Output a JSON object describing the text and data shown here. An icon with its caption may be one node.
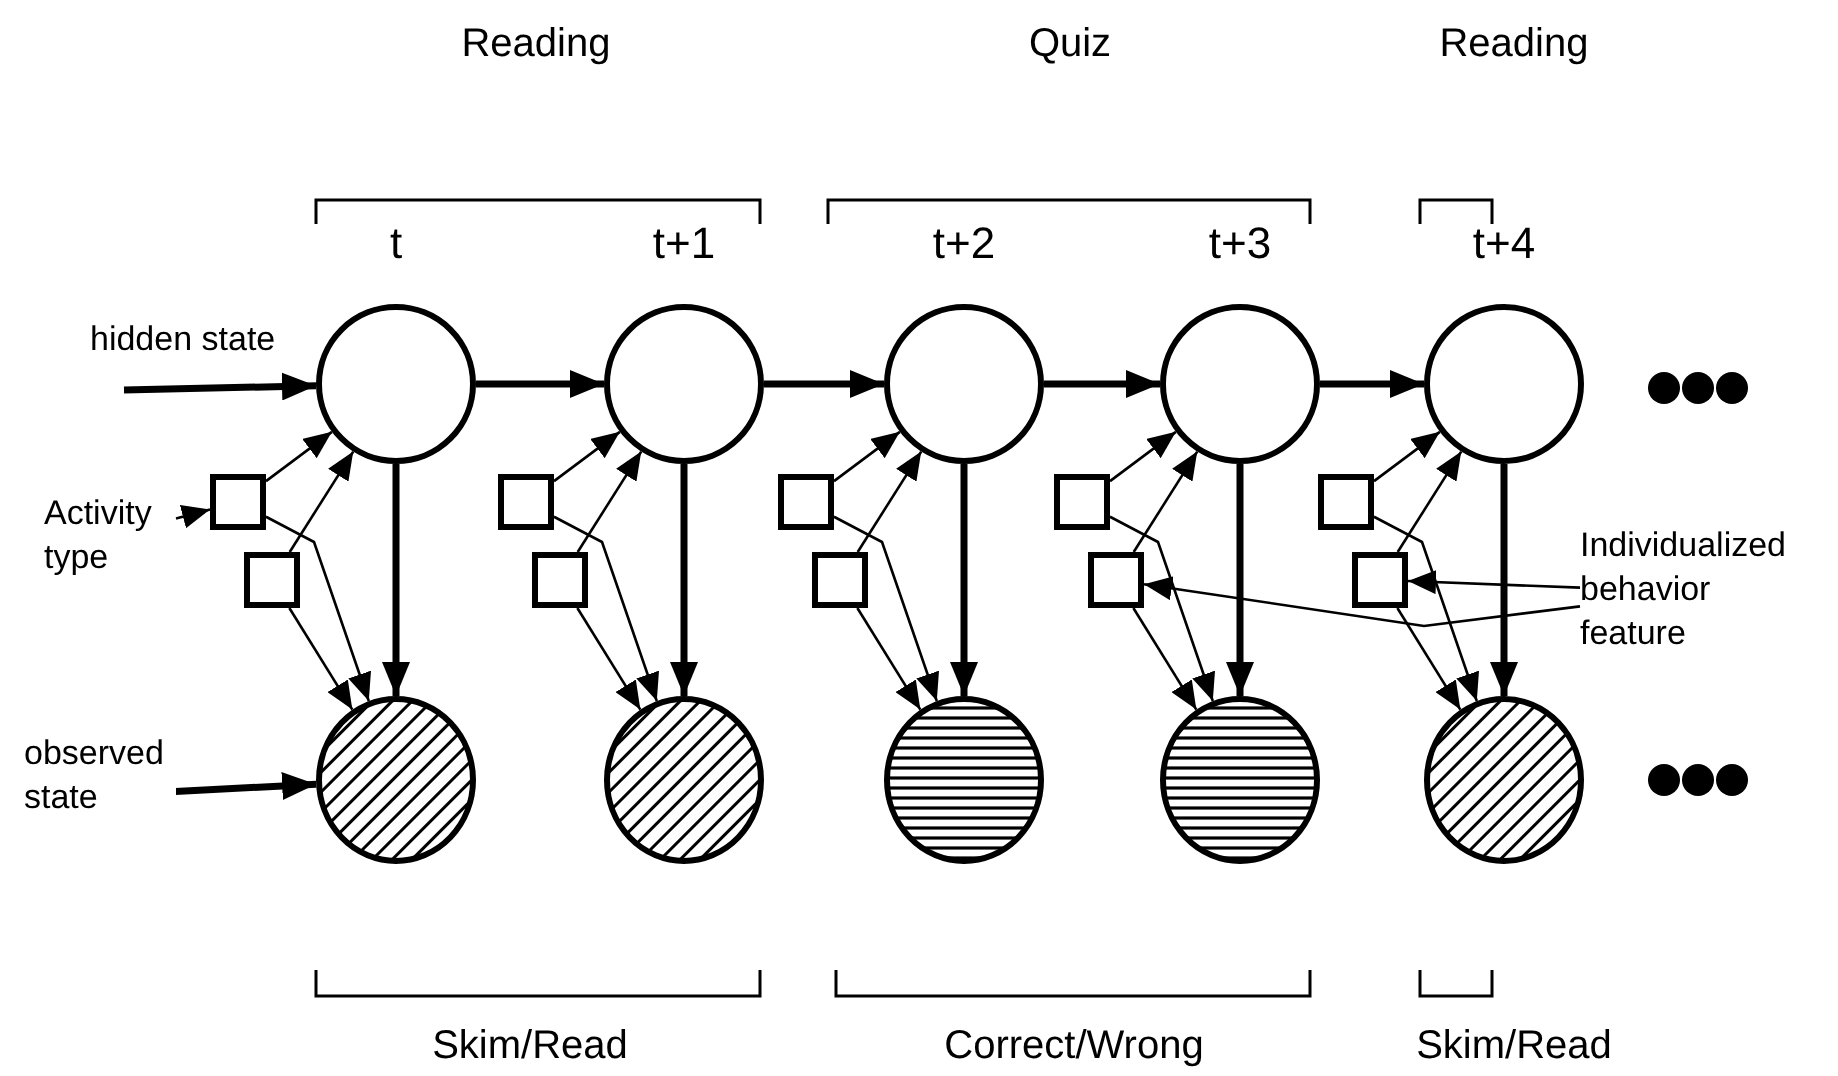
{
  "diagram": {
    "nodes": [
      {
        "text": [],
        "shape": "circle",
        "beside": [
          "t"
        ]
      },
      {
        "text": [],
        "shape": "box"
      },
      {
        "text": [],
        "shape": "box"
      },
      {
        "text": [],
        "shape": "circle"
      },
      {
        "text": [],
        "shape": "circle",
        "beside": [
          "t+1"
        ]
      },
      {
        "text": [],
        "shape": "box"
      },
      {
        "text": [],
        "shape": "box"
      },
      {
        "text": [],
        "shape": "circle"
      },
      {
        "text": [],
        "shape": "circle",
        "beside": [
          "t+2"
        ]
      },
      {
        "text": [],
        "shape": "box"
      },
      {
        "text": [],
        "shape": "box"
      },
      {
        "text": [],
        "shape": "circle"
      },
      {
        "text": [],
        "shape": "circle",
        "beside": [
          "t+3"
        ]
      },
      {
        "text": [],
        "shape": "box"
      },
      {
        "text": [],
        "shape": "box"
      },
      {
        "text": [],
        "shape": "circle"
      },
      {
        "text": [],
        "shape": "circle",
        "beside": [
          "t+4"
        ]
      },
      {
        "text": [],
        "shape": "box"
      },
      {
        "text": [],
        "shape": "box"
      },
      {
        "text": [],
        "shape": "circle"
      },
      {
        "text": [
          "Activity type"
        ]
      },
      {
        "text": [
          "Individualized behavior feature"
        ]
      }
    ],
    "edges": [
      {
        "from": 1,
        "to": 0,
        "arrow": "to"
      },
      {
        "from": 2,
        "to": 0,
        "arrow": "to"
      },
      {
        "from": 1,
        "to": 3,
        "arrow": "to"
      },
      {
        "from": 2,
        "to": 3,
        "arrow": "to"
      },
      {
        "from": 0,
        "to": 3,
        "arrow": "to",
        "style": "thick"
      },
      {
        "from": 5,
        "to": 4,
        "arrow": "to"
      },
      {
        "from": 6,
        "to": 4,
        "arrow": "to"
      },
      {
        "from": 5,
        "to": 7,
        "arrow": "to"
      },
      {
        "from": 6,
        "to": 7,
        "arrow": "to"
      },
      {
        "from": 4,
        "to": 7,
        "arrow": "to",
        "style": "thick"
      },
      {
        "from": 9,
        "to": 8,
        "arrow": "to"
      },
      {
        "from": 10,
        "to": 8,
        "arrow": "to"
      },
      {
        "from": 9,
        "to": 11,
        "arrow": "to"
      },
      {
        "from": 10,
        "to": 11,
        "arrow": "to"
      },
      {
        "from": 8,
        "to": 11,
        "arrow": "to",
        "style": "thick"
      },
      {
        "from": 13,
        "to": 12,
        "arrow": "to"
      },
      {
        "from": 14,
        "to": 12,
        "arrow": "to"
      },
      {
        "from": 13,
        "to": 15,
        "arrow": "to"
      },
      {
        "from": 14,
        "to": 15,
        "arrow": "to"
      },
      {
        "from": 12,
        "to": 15,
        "arrow": "to",
        "style": "thick"
      },
      {
        "from": 17,
        "to": 16,
        "arrow": "to"
      },
      {
        "from": 18,
        "to": 16,
        "arrow": "to"
      },
      {
        "from": 17,
        "to": 19,
        "arrow": "to"
      },
      {
        "from": 18,
        "to": 19,
        "arrow": "to"
      },
      {
        "from": 16,
        "to": 19,
        "arrow": "to",
        "style": "thick"
      },
      {
        "from": 0,
        "to": 4,
        "arrow": "to",
        "style": "thick"
      },
      {
        "from": 4,
        "to": 8,
        "arrow": "to",
        "style": "thick"
      },
      {
        "from": 8,
        "to": 12,
        "arrow": "to",
        "style": "thick"
      },
      {
        "from": 12,
        "to": 16,
        "arrow": "to",
        "style": "thick"
      },
      {
        "from": null,
        "to": 0,
        "arrow": "to",
        "label": "hidden state",
        "style": "thick"
      },
      {
        "from": null,
        "to": 3,
        "arrow": "to",
        "label": "observed state",
        "style": "thick"
      },
      {
        "from": 20,
        "to": 1,
        "arrow": "to"
      },
      {
        "from": 21,
        "to": 14,
        "arrow": "to"
      },
      {
        "from": 21,
        "to": 18,
        "arrow": "to"
      }
    ],
    "labels": [
      "Reading",
      "Quiz",
      "Reading",
      "Skim/Read",
      "Correct/Wrong",
      "Skim/Read"
    ]
  }
}
